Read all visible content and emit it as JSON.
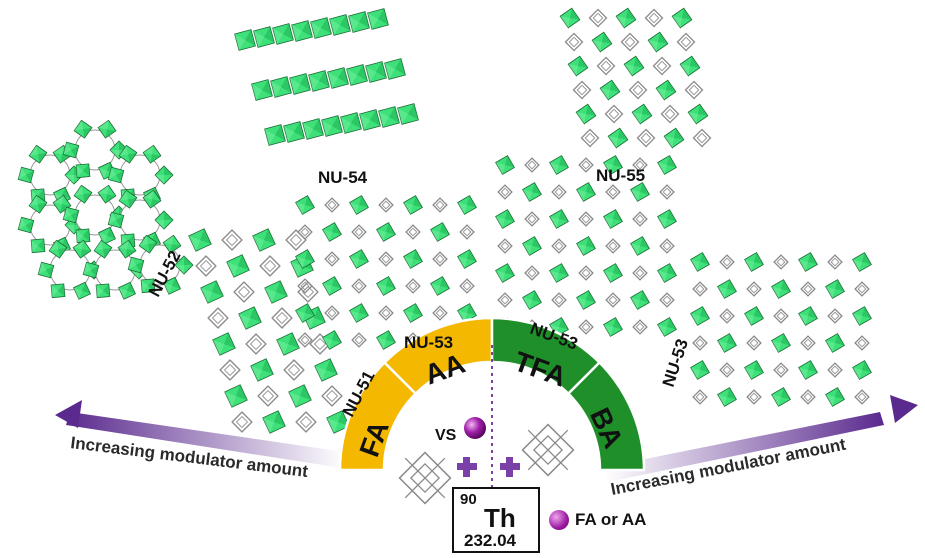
{
  "labels": {
    "nu52": "NU-52",
    "nu54": "NU-54",
    "nu55": "NU-55",
    "nu51": "NU-51",
    "nu53_left": "NU-53",
    "nu53_mid": "NU-53",
    "nu53_right": "NU-53"
  },
  "arc_segments": {
    "fa": "FA",
    "aa": "AA",
    "tfa": "TFA",
    "ba": "BA"
  },
  "center": {
    "vs": "VS"
  },
  "arrows": {
    "left": "Increasing modulator amount",
    "right": "Increasing modulator amount"
  },
  "element": {
    "number": "90",
    "symbol": "Th",
    "mass": "232.04"
  },
  "legend": {
    "label": "FA or AA"
  },
  "colors": {
    "polyhedron": "#3ee07a",
    "polyhedron_dark": "#17a84a",
    "orange_segment": "#f5b800",
    "green_segment": "#1f8f2a",
    "arrow": "#6a3d9e",
    "plus": "#7b3fa8",
    "sphere": "#a020a8"
  }
}
